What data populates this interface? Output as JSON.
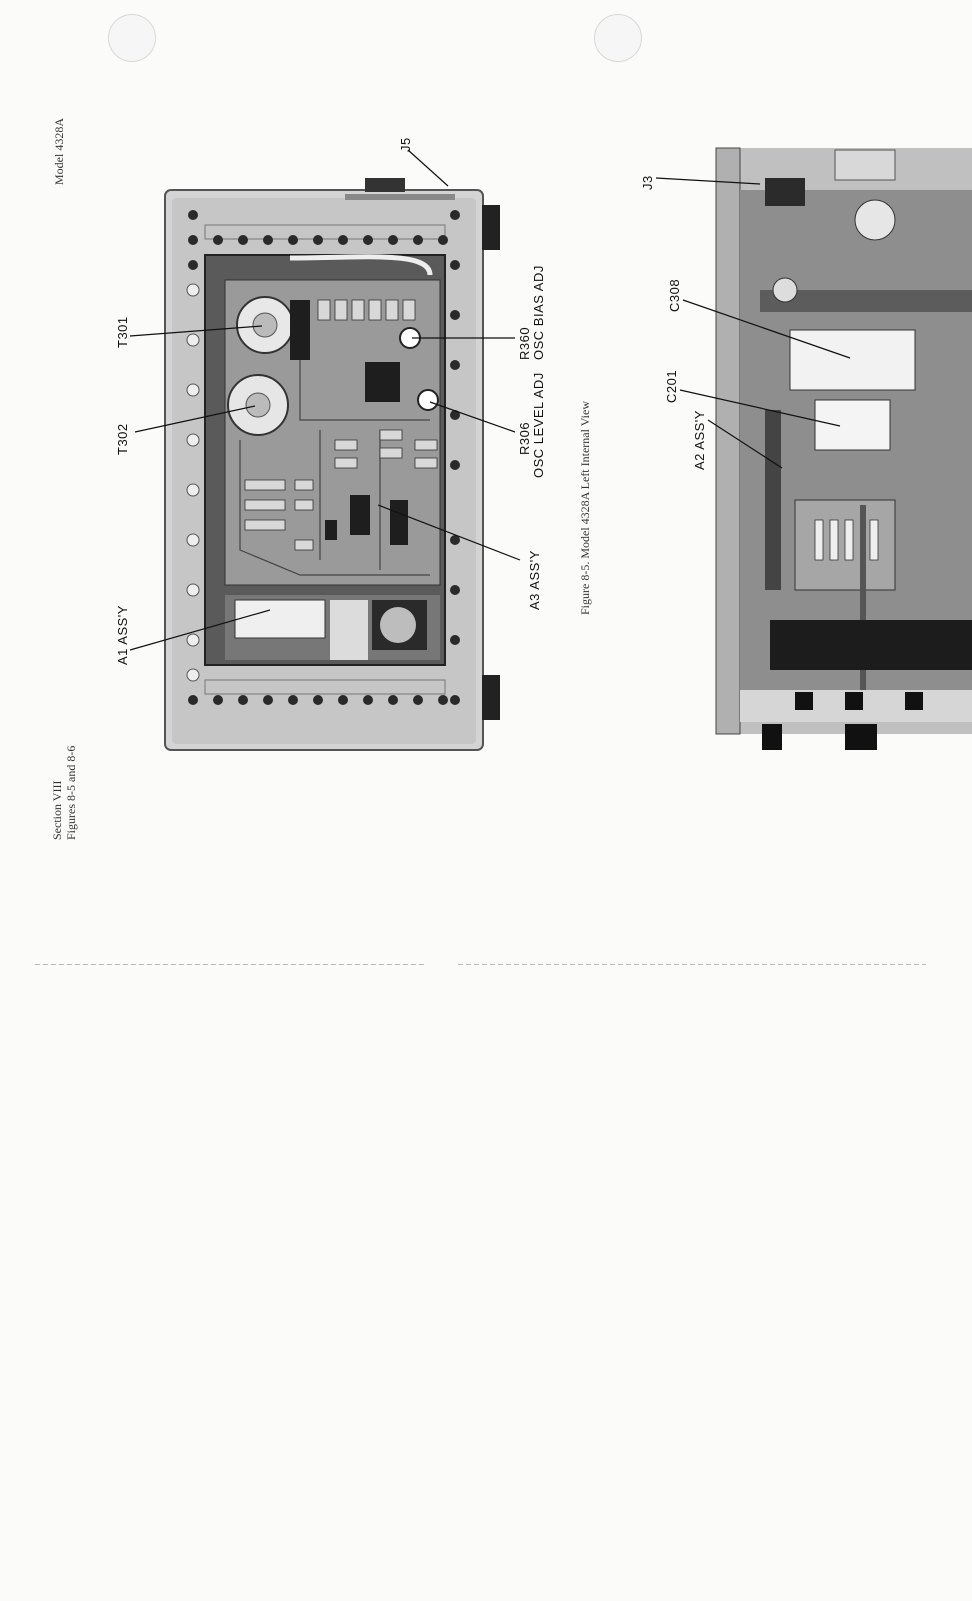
{
  "header": {
    "model": "Model 4328A",
    "section": "Section VIII",
    "figures": "Figures 8-5 and 8-6"
  },
  "figure_8_5": {
    "caption": "Figure 8-5.  Model 4328A Left Internal View",
    "callouts": {
      "j5": "J5",
      "t301": "T301",
      "t302": "T302",
      "a1": "A1 ASS'Y",
      "r360": "R360",
      "osc_bias_adj": "OSC BIAS ADJ",
      "r306": "R306",
      "osc_level_adj": "OSC LEVEL ADJ",
      "a3": "A3 ASS'Y"
    }
  },
  "figure_8_6": {
    "callouts": {
      "j3": "J3",
      "c308": "C308",
      "c201": "C201",
      "a2": "A2 ASS'Y"
    }
  }
}
